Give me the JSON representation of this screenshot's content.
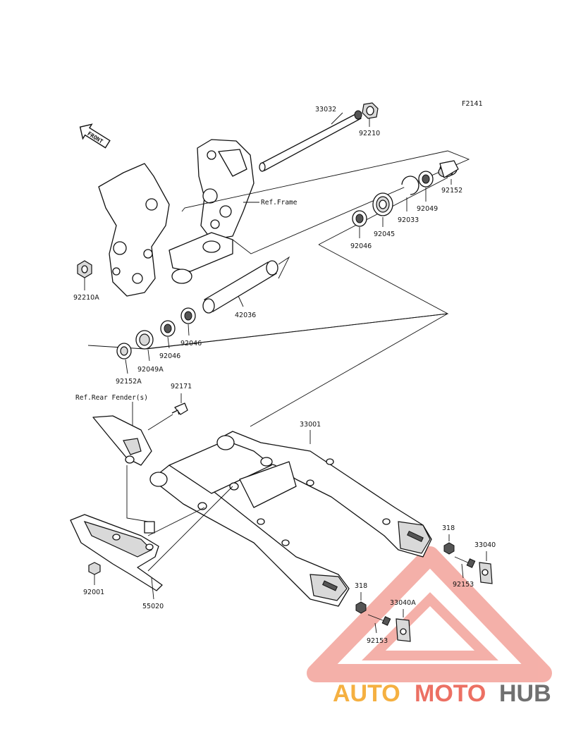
{
  "diagram_code": "F2141",
  "front_arrow_label": "FRONT",
  "reference_labels": {
    "frame": "Ref.Frame",
    "rear_fender": "Ref.Rear Fender(s)"
  },
  "parts": [
    {
      "id": "p-33032",
      "number": "33032"
    },
    {
      "id": "p-92210",
      "number": "92210"
    },
    {
      "id": "p-92152",
      "number": "92152"
    },
    {
      "id": "p-92049",
      "number": "92049"
    },
    {
      "id": "p-92033",
      "number": "92033"
    },
    {
      "id": "p-92045",
      "number": "92045"
    },
    {
      "id": "p-92046-top",
      "number": "92046"
    },
    {
      "id": "p-92210A",
      "number": "92210A"
    },
    {
      "id": "p-42036",
      "number": "42036"
    },
    {
      "id": "p-92046-b1",
      "number": "92046"
    },
    {
      "id": "p-92046-b2",
      "number": "92046"
    },
    {
      "id": "p-92049A",
      "number": "92049A"
    },
    {
      "id": "p-92152A",
      "number": "92152A"
    },
    {
      "id": "p-92171",
      "number": "92171"
    },
    {
      "id": "p-33001",
      "number": "33001"
    },
    {
      "id": "p-318-top",
      "number": "318"
    },
    {
      "id": "p-33040",
      "number": "33040"
    },
    {
      "id": "p-92153-top",
      "number": "92153"
    },
    {
      "id": "p-318-bottom",
      "number": "318"
    },
    {
      "id": "p-33040A",
      "number": "33040A"
    },
    {
      "id": "p-92153-bottom",
      "number": "92153"
    },
    {
      "id": "p-92001",
      "number": "92001"
    },
    {
      "id": "p-55020",
      "number": "55020"
    }
  ],
  "watermark": {
    "part1": "AUTO",
    "part2": "MOTO",
    "part3": "HUB",
    "colors": {
      "auto": "#f5b041",
      "moto": "#ec7063",
      "hub": "#707070",
      "triangle": "#ec7063"
    }
  }
}
